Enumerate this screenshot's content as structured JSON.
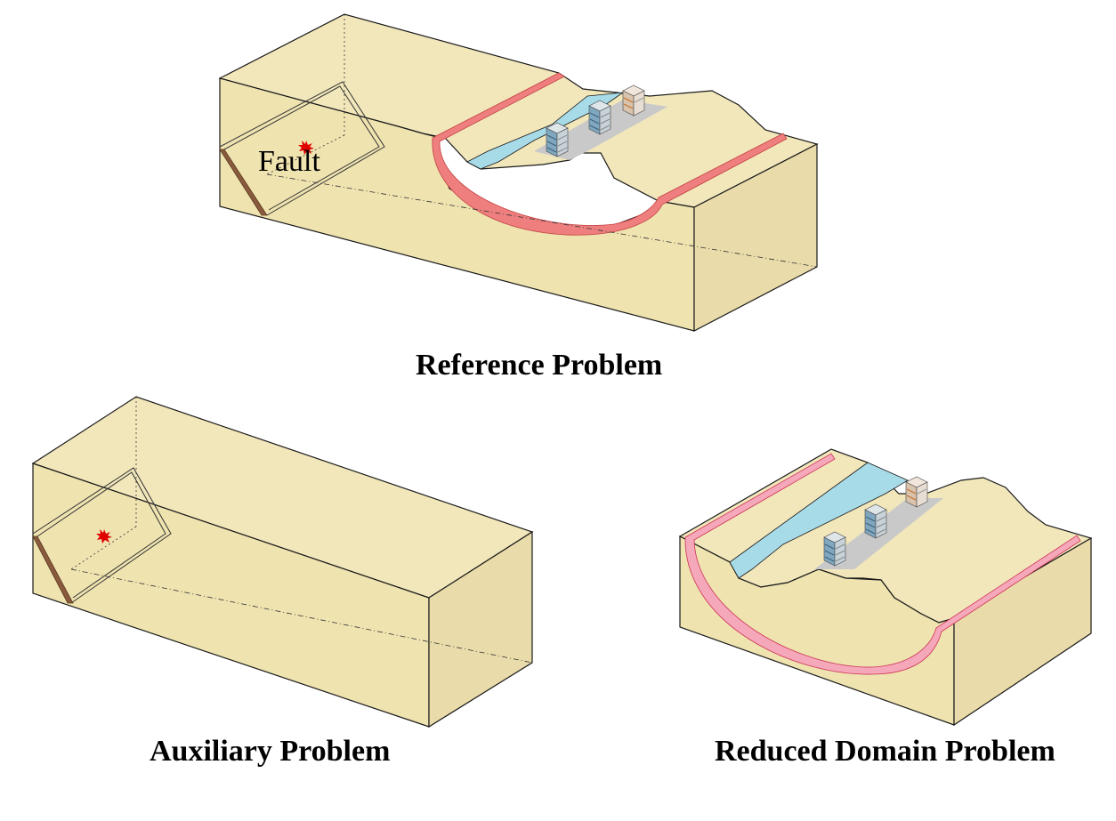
{
  "panels": {
    "reference": {
      "title": "Reference Problem",
      "fault_label": "Fault"
    },
    "auxiliary": {
      "title": "Auxiliary Problem"
    },
    "reduced": {
      "title": "Reduced Domain Problem"
    }
  },
  "colors": {
    "soil": "#efe3b0",
    "soil_top": "#f2e7bb",
    "edge": "#1a1a1a",
    "boundary": "#ef7f7f",
    "boundary_light": "#f6a8bb",
    "water": "#a8dbe8",
    "road": "#c9c9c9",
    "fault_plane": "#8a5a3c",
    "source": "#e00000"
  },
  "icons": [
    "building-icon",
    "epicenter-icon"
  ]
}
